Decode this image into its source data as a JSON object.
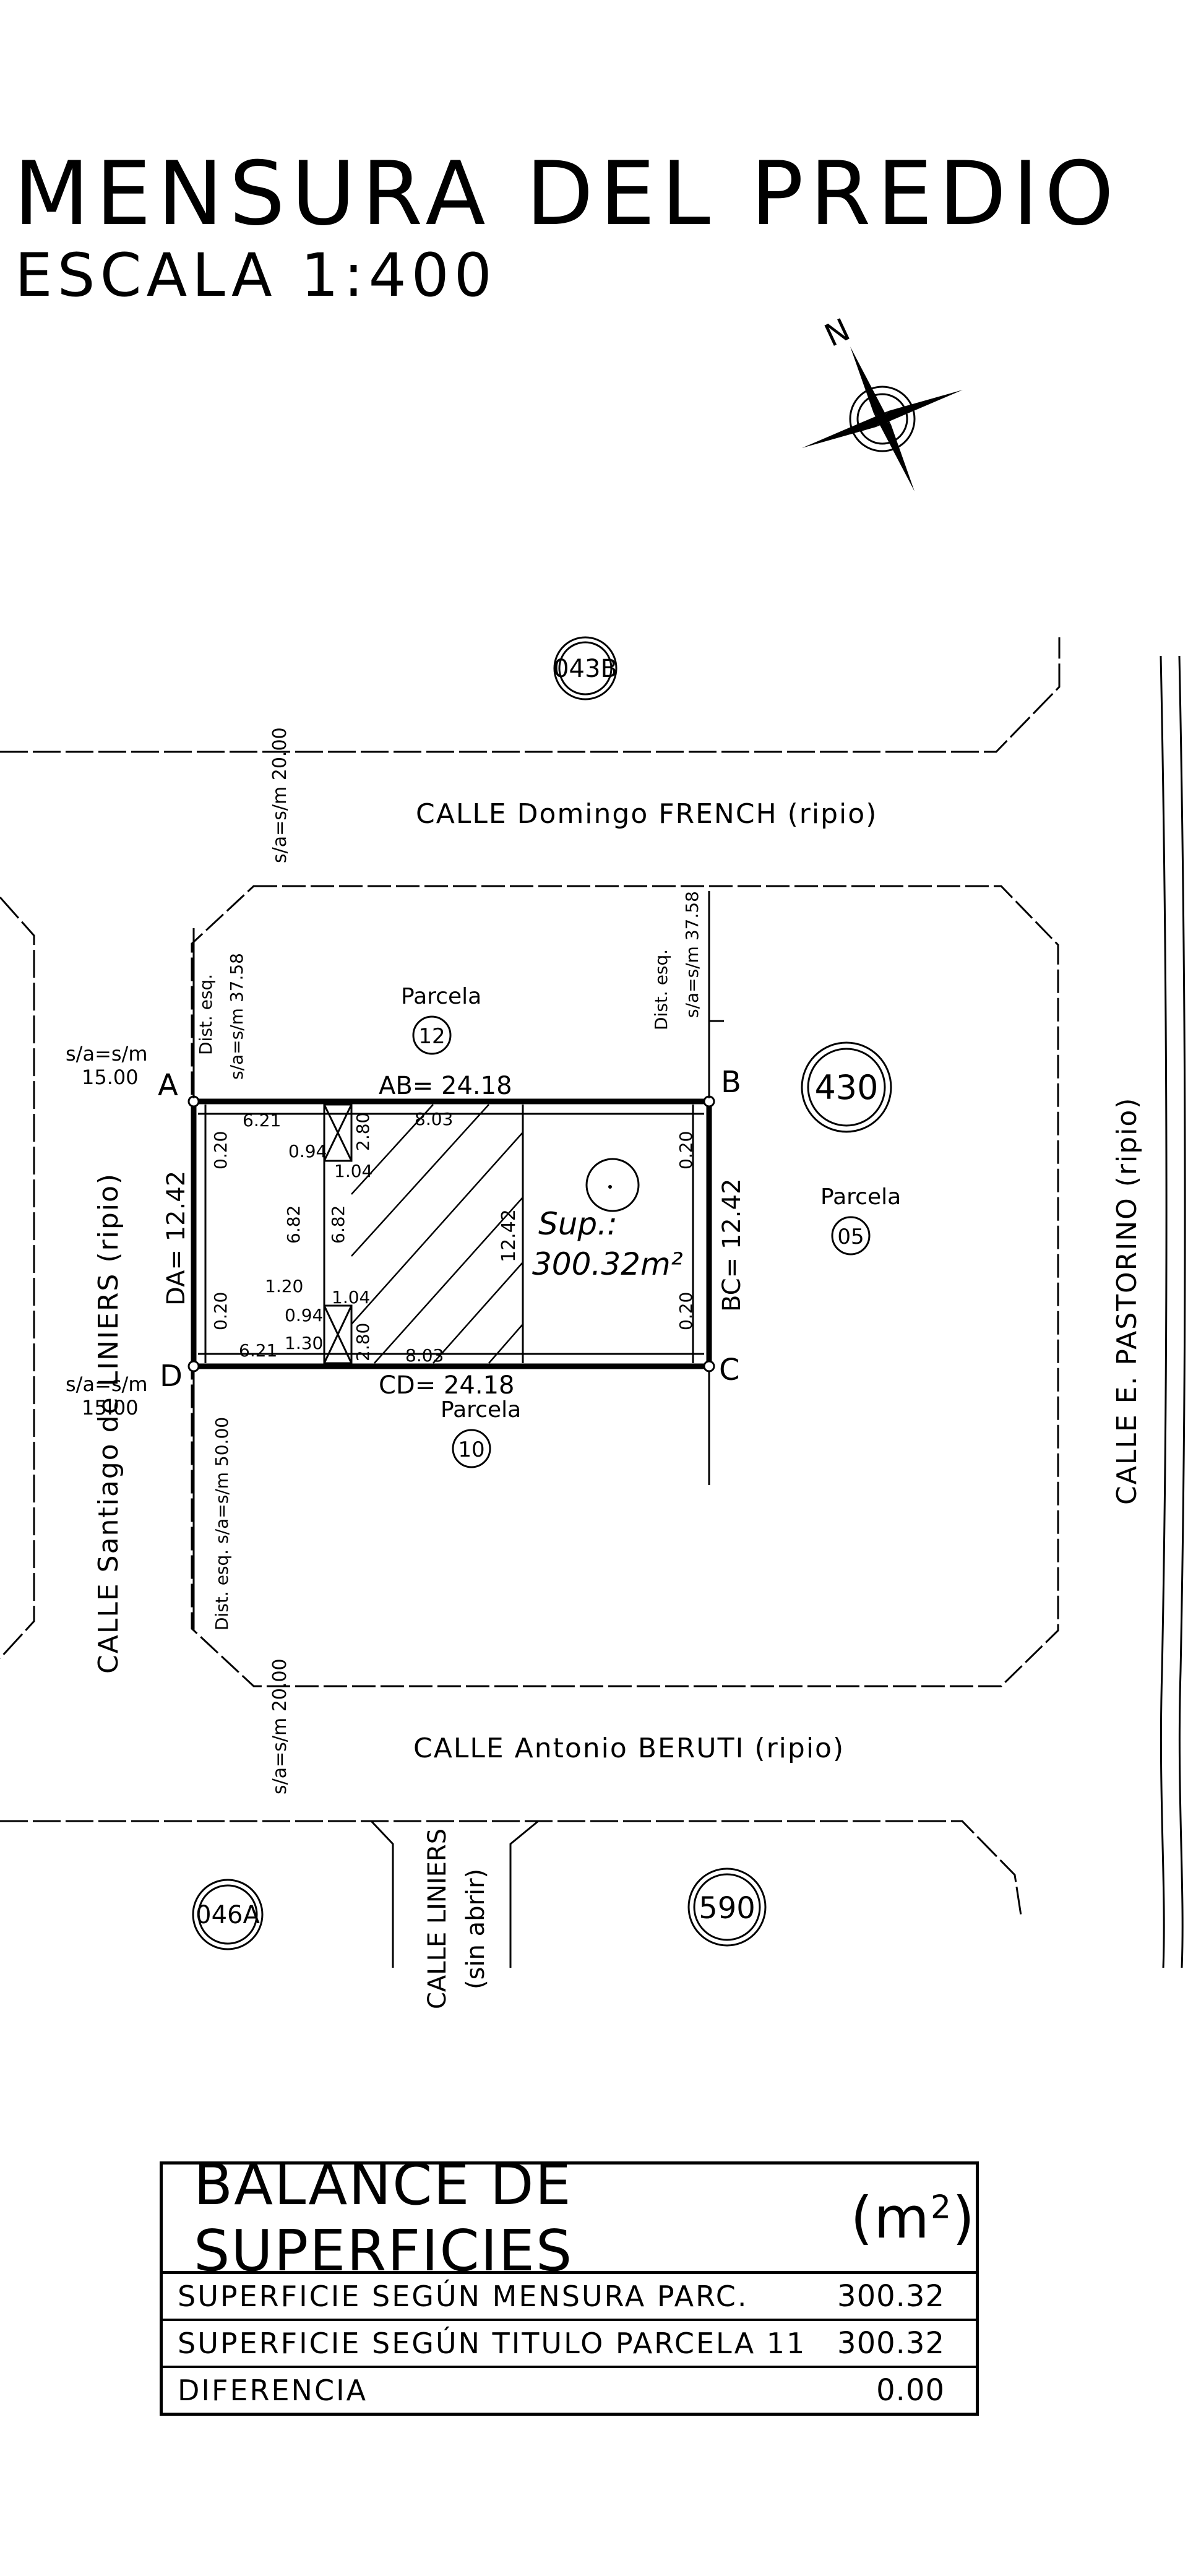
{
  "title": "MENSURA DEL PREDIO",
  "scale": "ESCALA 1:400",
  "north": "N",
  "streets": {
    "north": "CALLE Domingo FRENCH (ripio)",
    "south": "CALLE Antonio BERUTI (ripio)",
    "west": "CALLE Santiago de LINIERS (ripio)",
    "east": "CALLE E. PASTORINO (ripio)",
    "liniers_1": "CALLE LINIERS",
    "liniers_2": "(sin abrir)"
  },
  "blocks": {
    "top": "043B",
    "right": "430",
    "bottom_left": "046A",
    "bottom_right": "590"
  },
  "parcels": {
    "label": "Parcela",
    "north": "12",
    "south": "10",
    "east": "05"
  },
  "vertices": {
    "a": "A",
    "b": "B",
    "c": "C",
    "d": "D"
  },
  "sides": {
    "ab": "AB= 24.18",
    "cd": "CD= 24.18",
    "bc": "BC= 12.42",
    "da": "DA= 12.42"
  },
  "area": {
    "label": "Sup.:",
    "value": "300.32m²"
  },
  "dims": {
    "d621": "6.21",
    "d803": "8.03",
    "d094": "0.94",
    "d104": "1.04",
    "d280": "2.80",
    "d682": "6.82",
    "d120": "1.20",
    "d130": "1.30",
    "d020": "0.20",
    "d1242": "12.42"
  },
  "annotations": {
    "sa_2000": "s/a=s/m 20.00",
    "sa_1500": "s/a=s/m",
    "sa_1500_val": "15.00",
    "dist_esq": "Dist. esq.",
    "sa_3758": "s/a=s/m 37.58",
    "dist_esq_5000": "Dist. esq. s/a=s/m 50.00"
  },
  "balance": {
    "title": "BALANCE DE SUPERFICIES",
    "unit_base": "(m",
    "unit_exp": "2",
    "unit_close": ")",
    "rows": [
      {
        "label": "SUPERFICIE  SEGÚN MENSURA PARC.",
        "value": "300.32"
      },
      {
        "label": "SUPERFICIE SEGÚN TITULO PARCELA 11",
        "value": "300.32"
      },
      {
        "label": "DIFERENCIA",
        "value": "0.00"
      }
    ]
  }
}
